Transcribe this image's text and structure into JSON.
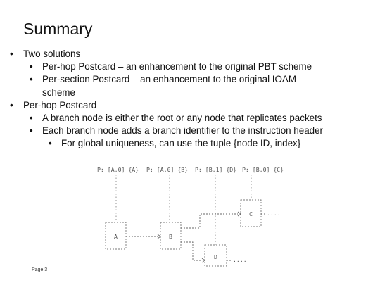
{
  "slide": {
    "title": "Summary",
    "bullets": [
      {
        "level": 1,
        "text": "Two solutions"
      },
      {
        "level": 2,
        "text": "Per-hop Postcard – an enhancement to the original PBT scheme"
      },
      {
        "level": 2,
        "text": "Per-section Postcard – an enhancement to the original IOAM",
        "continuation": "scheme"
      },
      {
        "level": 1,
        "text": "Per-hop Postcard"
      },
      {
        "level": 2,
        "text": "A branch node is either the root or any node that replicates packets"
      },
      {
        "level": 2,
        "text": "Each branch node adds a branch identifier to the instruction header"
      },
      {
        "level": 3,
        "text": "For global uniqueness, can use the tuple {node ID, index}"
      }
    ],
    "bullet_glyph": "•",
    "page_label": "Page 3"
  },
  "diagram": {
    "postcards": [
      "P: [A,0] {A}",
      "P: [A,0] {B}",
      "P: [B,1] {D}",
      "P: [B,0] {C}"
    ],
    "nodes": [
      "A",
      "B",
      "C",
      "D"
    ],
    "trailing": "...."
  }
}
